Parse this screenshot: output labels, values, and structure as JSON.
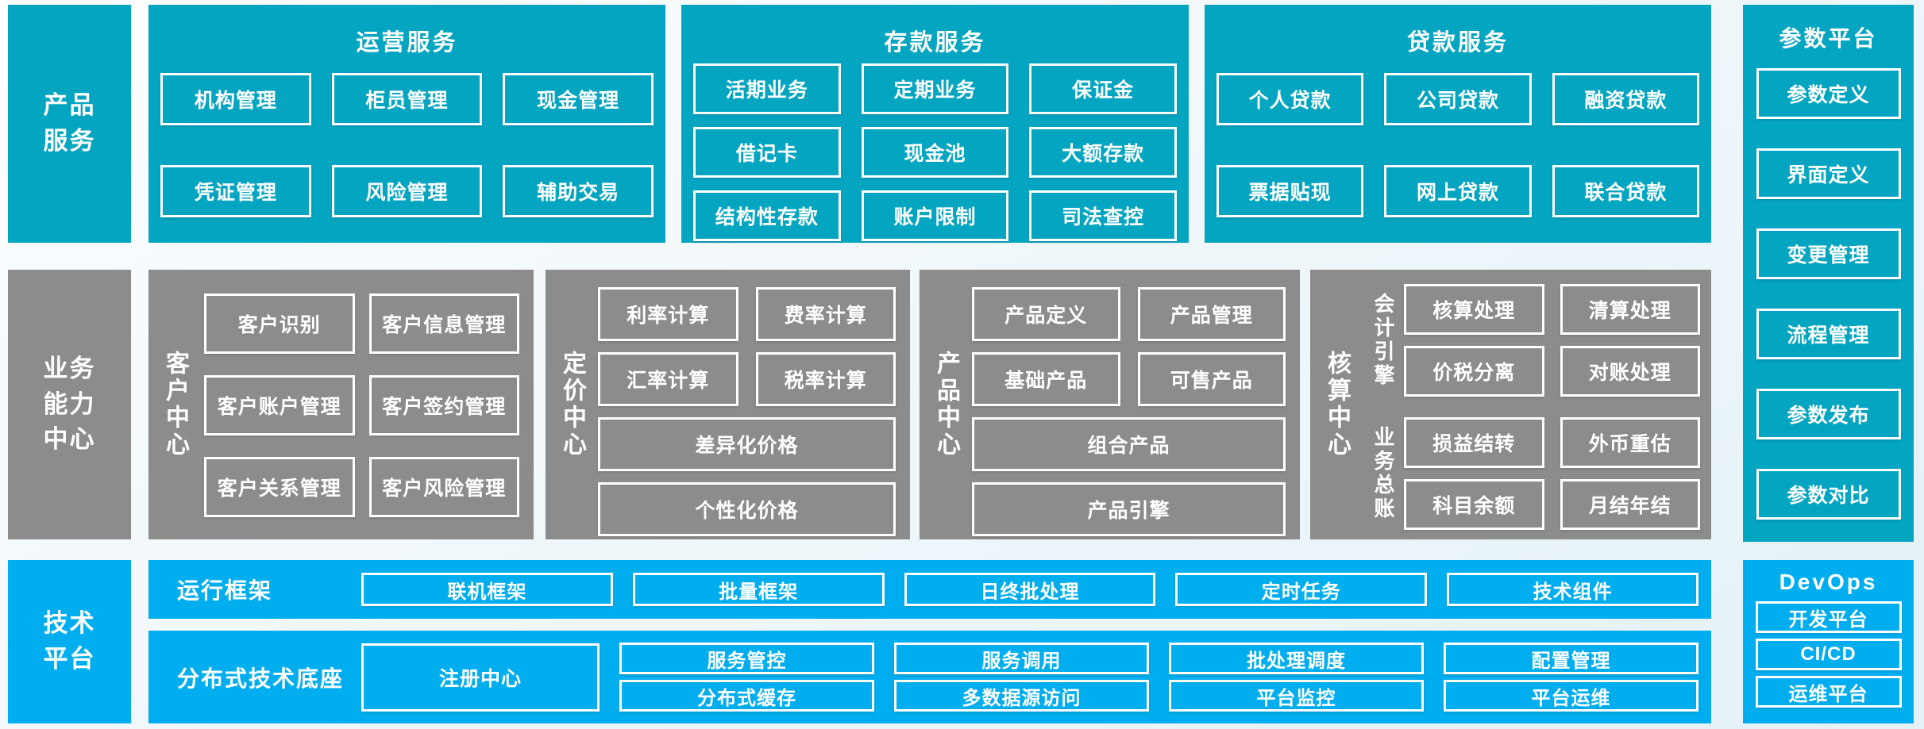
{
  "palette": {
    "cyan": "#04a5c0",
    "gray": "#8c8c8c",
    "blue": "#00aeef",
    "border": "#ffffff"
  },
  "rails": {
    "product_services": "产品\n服务",
    "business_capability": "业务\n能力\n中心",
    "tech_platform": "技术\n平台"
  },
  "top": {
    "operations": {
      "title": "运营服务",
      "items": [
        "机构管理",
        "柜员管理",
        "现金管理",
        "凭证管理",
        "风险管理",
        "辅助交易"
      ]
    },
    "deposit": {
      "title": "存款服务",
      "items": [
        "活期业务",
        "定期业务",
        "保证金",
        "借记卡",
        "现金池",
        "大额存款",
        "结构性存款",
        "账户限制",
        "司法查控"
      ]
    },
    "loan": {
      "title": "贷款服务",
      "items": [
        "个人贷款",
        "公司贷款",
        "融资贷款",
        "票据贴现",
        "网上贷款",
        "联合贷款"
      ]
    }
  },
  "middle": {
    "customer": {
      "label": "客户中心",
      "items": [
        "客户识别",
        "客户信息管理",
        "客户账户管理",
        "客户签约管理",
        "客户关系管理",
        "客户风险管理"
      ]
    },
    "pricing": {
      "label": "定价中心",
      "items": [
        "利率计算",
        "费率计算",
        "汇率计算",
        "税率计算"
      ],
      "wide_items": [
        "差异化价格",
        "个性化价格"
      ]
    },
    "product": {
      "label": "产品中心",
      "items": [
        "产品定义",
        "产品管理",
        "基础产品",
        "可售产品"
      ],
      "wide_items": [
        "组合产品",
        "产品引擎"
      ]
    },
    "accounting": {
      "label": "核算中心",
      "groups": [
        {
          "label": "会计引擎",
          "items": [
            "核算处理",
            "清算处理",
            "价税分离",
            "对账处理"
          ]
        },
        {
          "label": "业务总账",
          "items": [
            "损益结转",
            "外币重估",
            "科目余额",
            "月结年结"
          ]
        }
      ]
    }
  },
  "right": {
    "param_platform": {
      "title": "参数平台",
      "items": [
        "参数定义",
        "界面定义",
        "变更管理",
        "流程管理",
        "参数发布",
        "参数对比"
      ]
    },
    "devops": {
      "title": "DevOps",
      "items": [
        "开发平台",
        "CI/CD",
        "运维平台"
      ]
    }
  },
  "bottom": {
    "runtime": {
      "label": "运行框架",
      "items": [
        "联机框架",
        "批量框架",
        "日终批处理",
        "定时任务",
        "技术组件"
      ]
    },
    "distributed": {
      "label": "分布式技术底座",
      "registry": "注册中心",
      "row1": [
        "服务管控",
        "服务调用",
        "批处理调度",
        "配置管理"
      ],
      "row2": [
        "分布式缓存",
        "多数据源访问",
        "平台监控",
        "平台运维"
      ]
    }
  }
}
